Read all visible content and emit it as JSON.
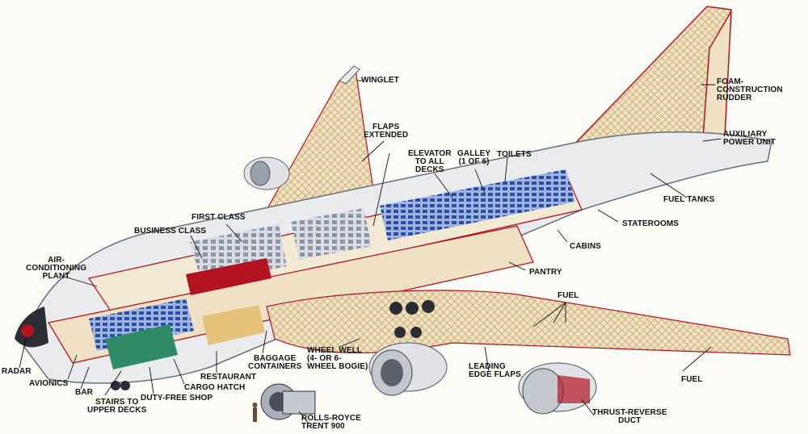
{
  "labels": {
    "winglet": "WINGLET",
    "foam_rudder": "FOAM-\nCONSTRUCTION\nRUDDER",
    "apu": "AUXILIARY\nPOWER UNIT",
    "flaps_extended": "FLAPS\nEXTENDED",
    "elevator": "ELEVATOR\nTO ALL\nDECKS",
    "galley": "GALLEY\n(1 OF 6)",
    "toilets": "TOILETS",
    "fuel_tanks": "FUEL TANKS",
    "first_class": "FIRST CLASS",
    "business_class": "BUSINESS CLASS",
    "staterooms": "STATEROOMS",
    "cabins": "CABINS",
    "air_conditioning": "AIR-\nCONDITIONING\nPLANT",
    "pantry": "PANTRY",
    "fuel_mid": "FUEL",
    "fuel_wing": "FUEL",
    "radar": "RADAR",
    "avionics": "AVIONICS",
    "bar": "BAR",
    "stairs": "STAIRS TO\nUPPER DECKS",
    "duty_free": "DUTY-FREE SHOP",
    "cargo_hatch": "CARGO HATCH",
    "restaurant": "RESTAURANT",
    "baggage": "BAGGAGE\nCONTAINERS",
    "wheel_well": "WHEEL WELL\n(4- OR 6-\nWHEEL BOGIE)",
    "leading_edge": "LEADING\nEDGE FLAPS",
    "thrust_reverse": "THRUST-REVERSE\nDUCT",
    "rolls_royce": "ROLLS-ROYCE\nTRENT 900"
  },
  "colors": {
    "fuselage": "#e9ecef",
    "frame": "#c9a86a",
    "accent_red": "#b3121f",
    "seat_blue": "#2a4fa8",
    "floor_green": "#2f8a66",
    "leader": "#111111"
  }
}
